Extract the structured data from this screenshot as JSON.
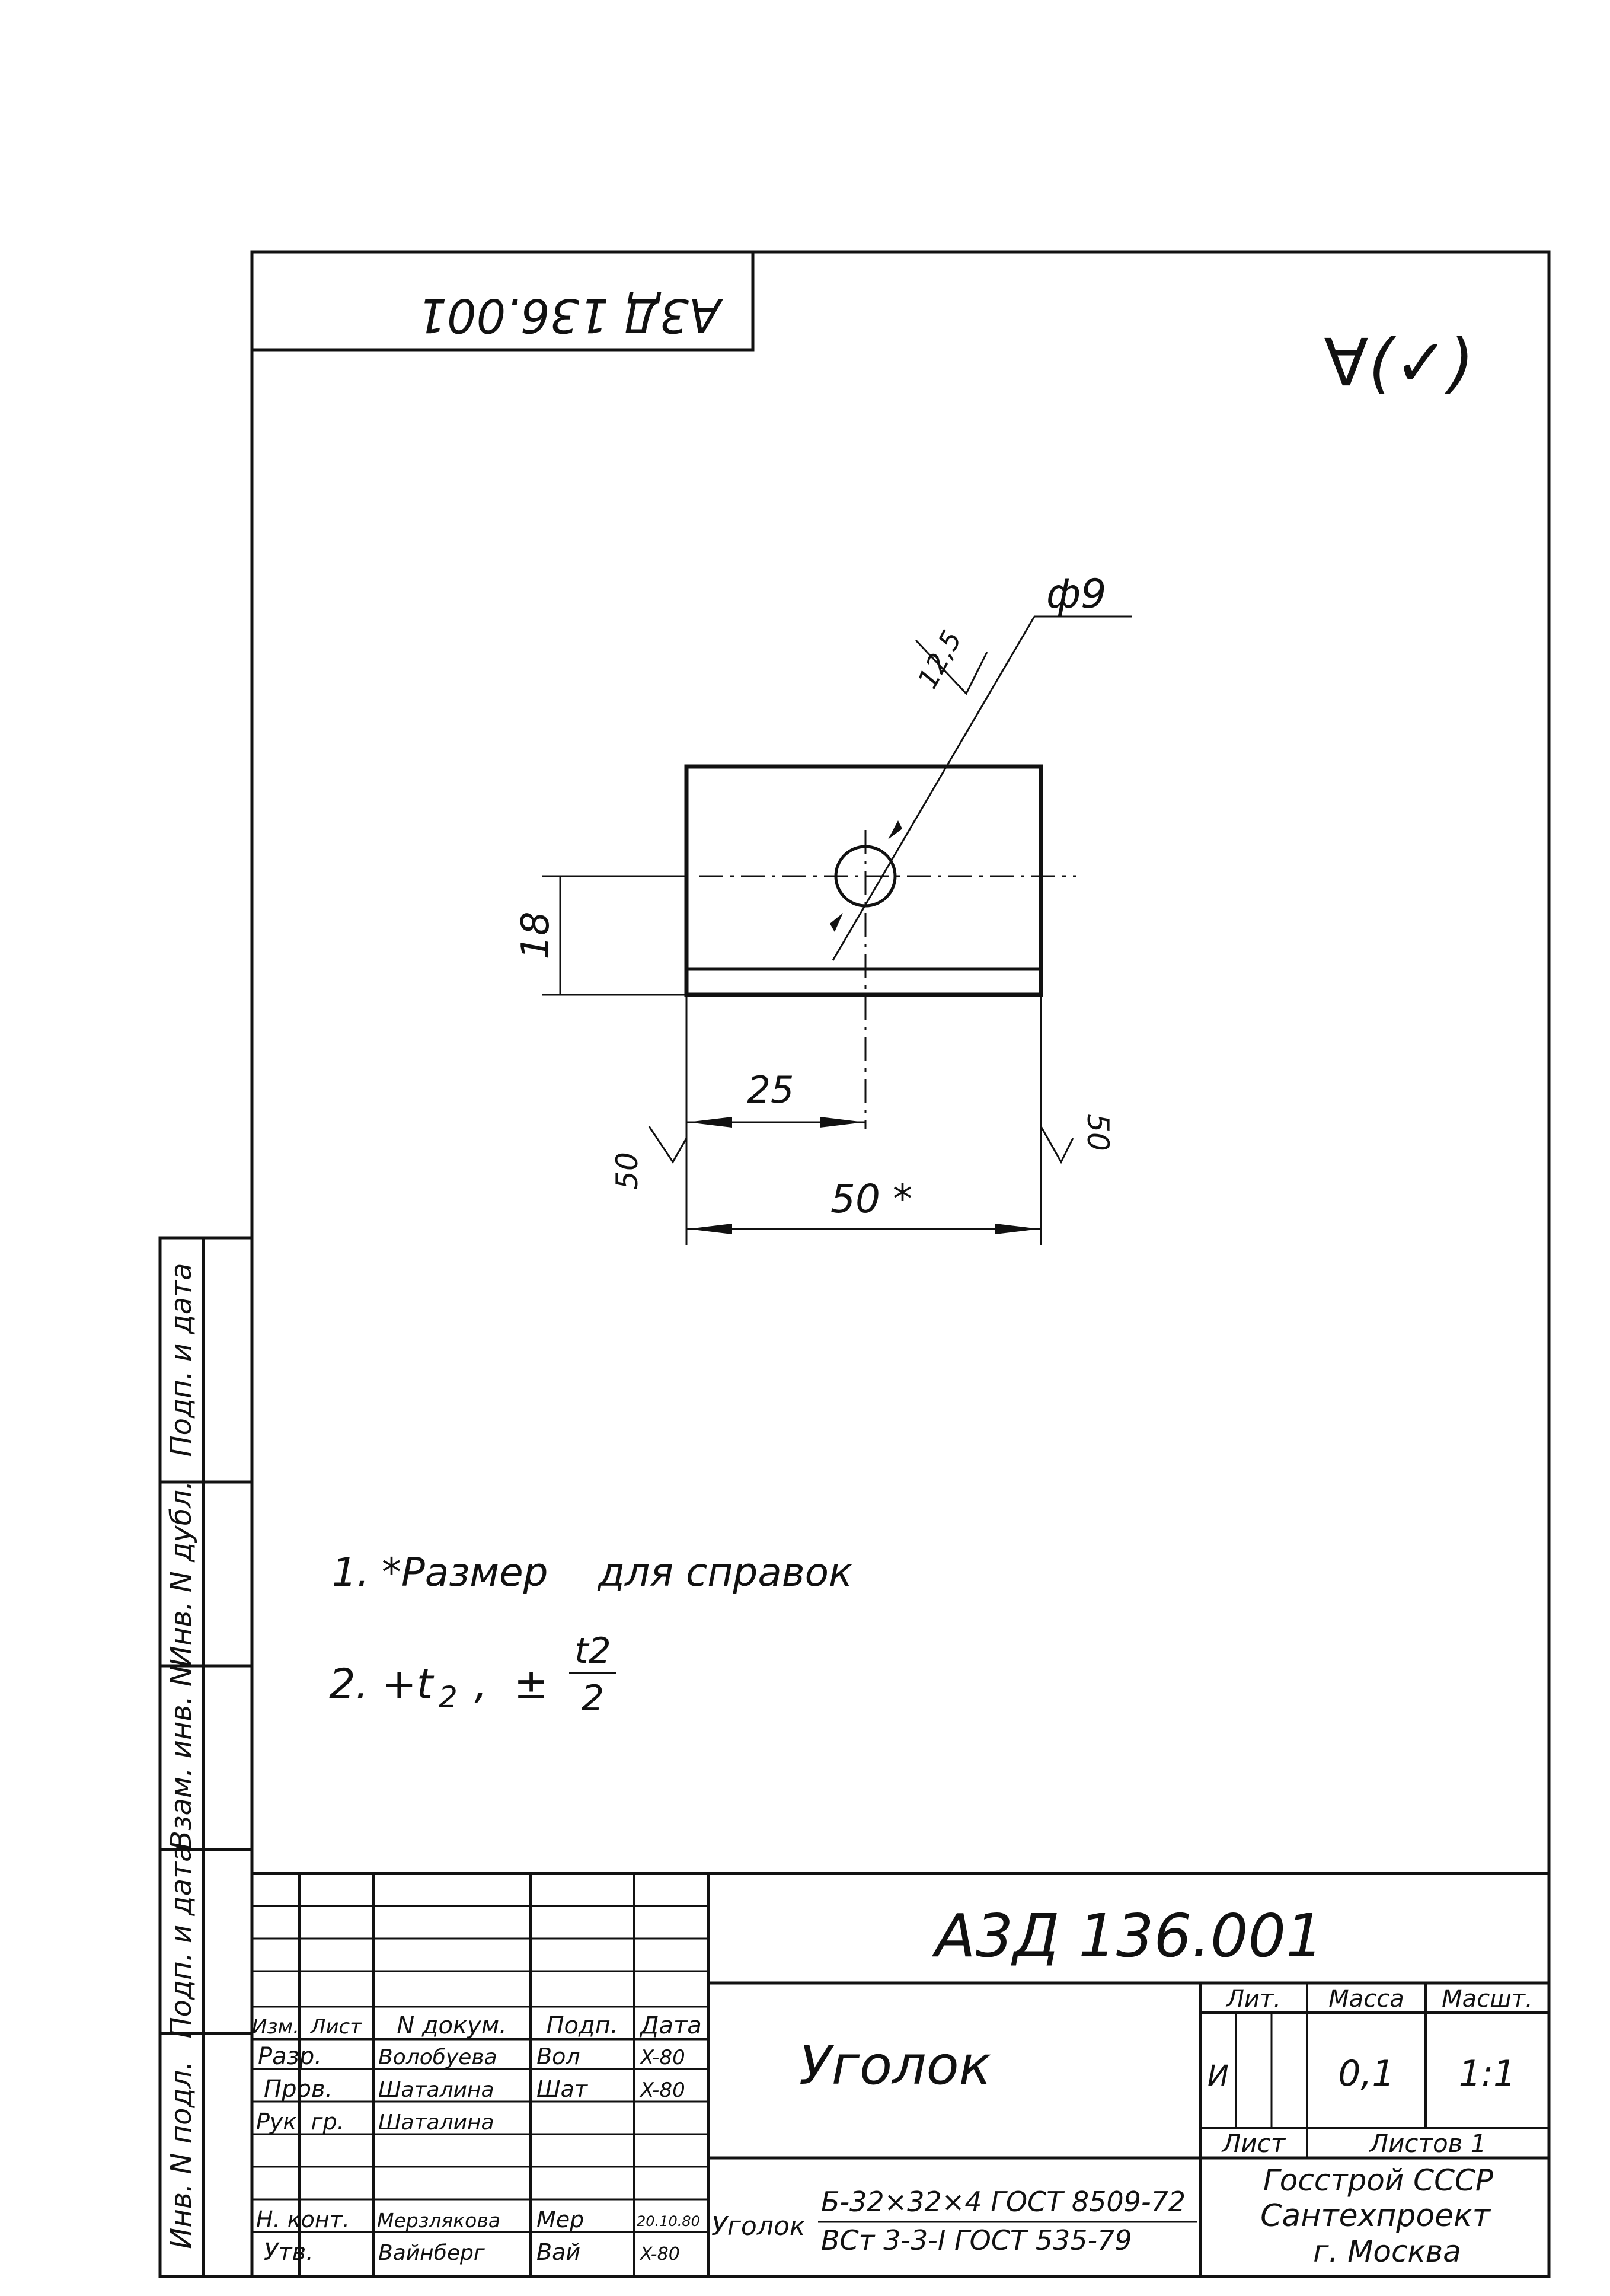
{
  "sheet": {
    "top_stamp": "А3Д 136.001",
    "surface_mark": "∀(✓)"
  },
  "drawing": {
    "dim_hole": "ф9",
    "dim_roughness_hole": "12,5",
    "dim_height": "18",
    "dim_offset": "25",
    "dim_width": "50 *",
    "dim_roughness_left": "50",
    "dim_roughness_right": "50"
  },
  "notes": {
    "line1": "1. *Размер    для справок",
    "line2_prefix": "2. +t",
    "line2_sub": "2",
    "line2_sep": ",  ±",
    "line2_frac_num": "t2",
    "line2_frac_den": "2"
  },
  "side_strip": {
    "labels": [
      "Подп. и дата",
      "Инв. N дубл.",
      "Взам. инв. N",
      "Подп. и дата",
      "Инв. N подл."
    ]
  },
  "title_block": {
    "doc_number": "А3Д 136.001",
    "part_name": "Уголок",
    "header": {
      "izm": "Изм.",
      "list": "Лист",
      "ndoc": "N докум.",
      "podp": "Подп.",
      "data": "Дата"
    },
    "roles": [
      {
        "role": "Разр.",
        "name": "Волобуева",
        "sign": "Вол",
        "date": "X-80"
      },
      {
        "role": "Пров.",
        "name": "Шаталина",
        "sign": "Шат",
        "date": "X-80"
      },
      {
        "role": "Рук. гр.",
        "name": "Шаталина",
        "sign": "",
        "date": ""
      },
      {
        "role": "",
        "name": "",
        "sign": "",
        "date": ""
      },
      {
        "role": "Н. конт.",
        "name": "Мерзлякова",
        "sign": "Мер",
        "date": "20.10.80"
      },
      {
        "role": "Утв.",
        "name": "Вайнберг",
        "sign": "Вай",
        "date": "X-80"
      }
    ],
    "lit_label": "Лит.",
    "mass_label": "Масса",
    "scale_label": "Масшт.",
    "lit_value": "И",
    "mass_value": "0,1",
    "scale_value": "1:1",
    "sheet_label": "Лист",
    "sheets_label": "Листов 1",
    "material_prefix": "Уголок",
    "material_line1": "Б-32×32×4 ГОСТ 8509-72",
    "material_line2": "ВСт 3-3-I ГОСТ 535-79",
    "org_line1": "Госстрой СССР",
    "org_line2": "Сантехпроект",
    "org_line3": "г. Москва"
  }
}
